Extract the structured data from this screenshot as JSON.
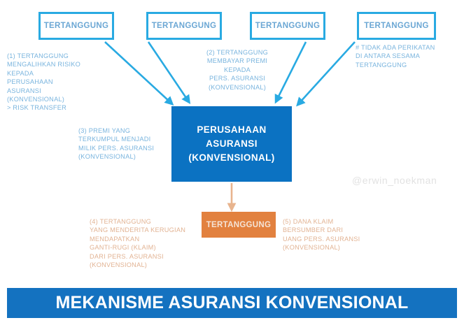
{
  "diagram": {
    "title": "MEKANISME ASURANSI KONVENSIONAL",
    "watermark": "@erwin_noekman",
    "colors": {
      "box_border_blue": "#29AAE2",
      "box_text_blue": "#6BA7D4",
      "company_fill_blue": "#0B72C2",
      "insured_fill_orange": "#E2813F",
      "caption_blue": "#79B4DE",
      "caption_orange": "#E2B393",
      "banner_blue": "#1472C0",
      "arrow_blue": "#29AAE2",
      "arrow_orange": "#E8B48E",
      "watermark_gray": "#E2E2E2"
    },
    "top_boxes": [
      {
        "label": "TERTANGGUNG"
      },
      {
        "label": "TERTANGGUNG"
      },
      {
        "label": "TERTANGGUNG"
      },
      {
        "label": "TERTANGGUNG"
      }
    ],
    "company_box": {
      "line1": "PERUSAHAAN",
      "line2": "ASURANSI",
      "line3": "(KONVENSIONAL)"
    },
    "claim_box": {
      "label": "TERTANGGUNG"
    },
    "captions": {
      "step1": "(1) TERTANGGUNG\nMENGALIHKAN RISIKO\nKEPADA\nPERUSAHAAN\nASURANSI\n(KONVENSIONAL)\n> RISK TRANSFER",
      "step2": "(2) TERTANGGUNG\nMEMBAYAR PREMI\nKEPADA\nPERS. ASURANSI\n(KONVENSIONAL)",
      "step3": "(3) PREMI YANG\nTERKUMPUL MENJADI\nMILIK PERS. ASURANSI\n(KONVENSIONAL)",
      "note": "# TIDAK ADA PERIKATAN\nDI ANTARA SESAMA\nTERTANGGUNG",
      "step4": "(4) TERTANGGUNG\nYANG MENDERITA KERUGIAN\nMENDAPATKAN\nGANTI-RUGI (KLAIM)\nDARI PERS. ASURANSI\n(KONVENSIONAL)",
      "step5": "(5) DANA KLAIM\nBERSUMBER DARI\nUANG PERS. ASURANSI\n(KONVENSIONAL)"
    },
    "arrows": [
      {
        "name": "arrow-insured1-to-company",
        "from": "top-box-1",
        "to": "company-box",
        "color": "#29AAE2"
      },
      {
        "name": "arrow-insured2-to-company",
        "from": "top-box-2",
        "to": "company-box",
        "color": "#29AAE2"
      },
      {
        "name": "arrow-insured3-to-company",
        "from": "top-box-3",
        "to": "company-box",
        "color": "#29AAE2"
      },
      {
        "name": "arrow-insured4-to-company",
        "from": "top-box-4",
        "to": "company-box",
        "color": "#29AAE2"
      },
      {
        "name": "arrow-company-to-claim",
        "from": "company-box",
        "to": "claim-box",
        "color": "#E8B48E"
      }
    ]
  }
}
